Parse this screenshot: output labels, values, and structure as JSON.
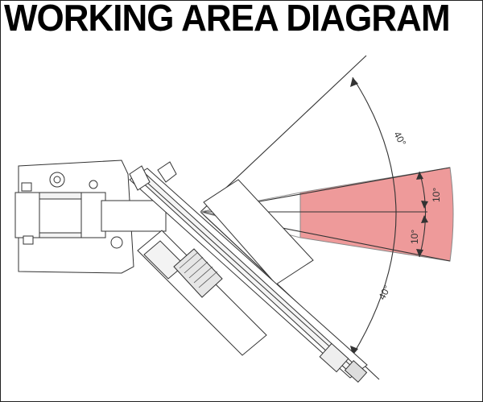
{
  "title": "WORKING AREA DIAGRAM",
  "angles": {
    "upper_outer": "40°",
    "lower_outer": "40°",
    "upper_inner": "10°",
    "lower_inner": "10°"
  },
  "colors": {
    "zone_fill": "#ee9a9a",
    "line": "#222222",
    "grey": "#d9d9d9"
  }
}
